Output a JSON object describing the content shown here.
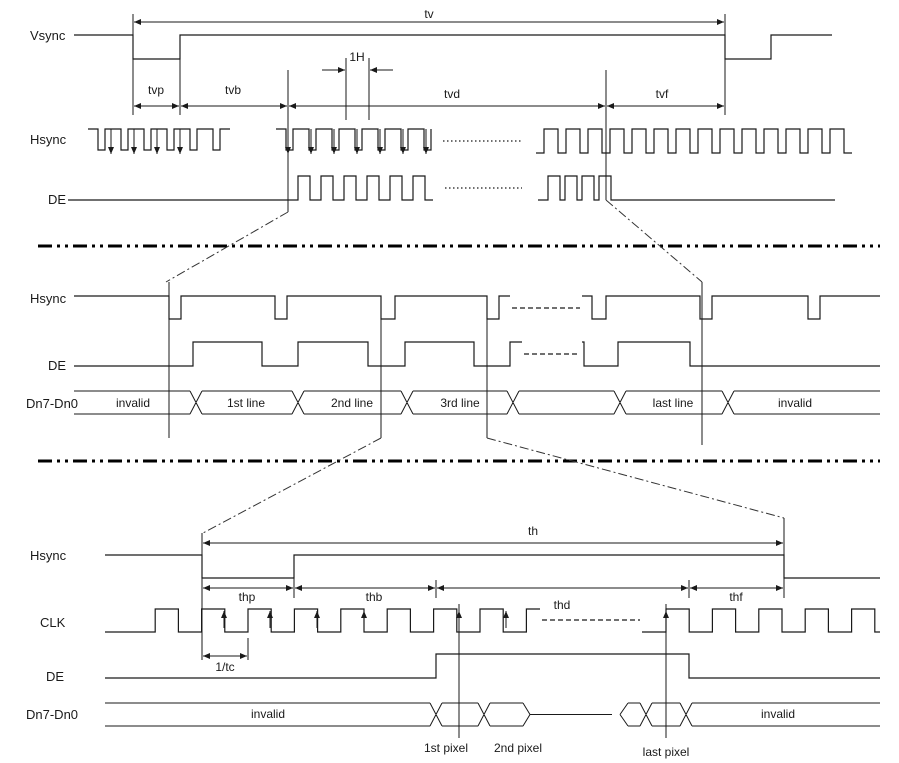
{
  "frame_section": {
    "signals": {
      "vsync": "Vsync",
      "hsync": "Hsync",
      "de": "DE"
    },
    "timings": {
      "tv": "tv",
      "tvp": "tvp",
      "tvb": "tvb",
      "tvd": "tvd",
      "tvf": "tvf",
      "one_h": "1H"
    }
  },
  "line_section": {
    "signals": {
      "hsync": "Hsync",
      "de": "DE",
      "data": "Dn7-Dn0"
    },
    "segments": [
      "invalid",
      "1st line",
      "2nd line",
      "3rd line",
      "",
      "last line",
      "invalid"
    ]
  },
  "pixel_section": {
    "signals": {
      "hsync": "Hsync",
      "clk": "CLK",
      "de": "DE",
      "data": "Dn7-Dn0"
    },
    "timings": {
      "th": "th",
      "thp": "thp",
      "thb": "thb",
      "thd": "thd",
      "thf": "thf",
      "one_tc": "1/tc"
    },
    "data_segments": [
      "invalid",
      "invalid"
    ],
    "pixel_labels": [
      "1st pixel",
      "2nd pixel",
      "last pixel"
    ]
  },
  "colors": {
    "ink": "#1a1a1a",
    "background": "#ffffff"
  }
}
